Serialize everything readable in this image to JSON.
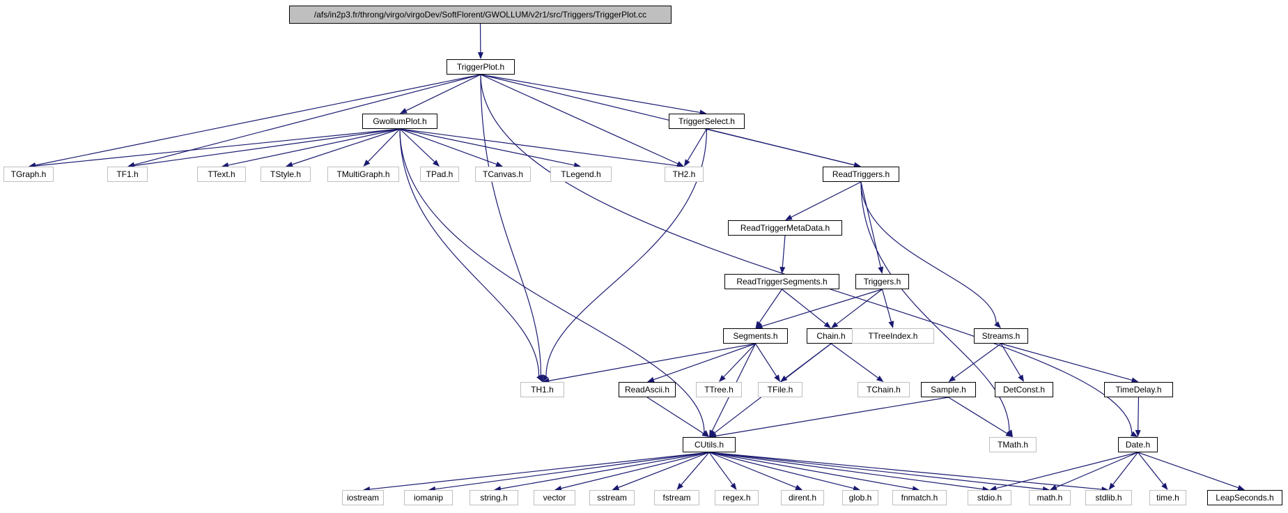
{
  "graph": {
    "colors": {
      "edge": "#191970",
      "local_border": "#000000",
      "system_border": "#bfbfbf",
      "root_fill": "#bfbfbf"
    },
    "nodes": [
      {
        "id": "root",
        "label": "/afs/in2p3.fr/throng/virgo/virgoDev/SoftFlorent/GWOLLUM/v2r1/src/Triggers/TriggerPlot.cc",
        "kind": "root"
      },
      {
        "id": "triggerplot",
        "label": "TriggerPlot.h",
        "kind": "local"
      },
      {
        "id": "gwollumplot",
        "label": "GwollumPlot.h",
        "kind": "local"
      },
      {
        "id": "triggerselect",
        "label": "TriggerSelect.h",
        "kind": "local"
      },
      {
        "id": "readtriggers",
        "label": "ReadTriggers.h",
        "kind": "local"
      },
      {
        "id": "date",
        "label": "Date.h",
        "kind": "local"
      },
      {
        "id": "tgraph",
        "label": "TGraph.h",
        "kind": "system"
      },
      {
        "id": "tf1",
        "label": "TF1.h",
        "kind": "system"
      },
      {
        "id": "ttext",
        "label": "TText.h",
        "kind": "system"
      },
      {
        "id": "tstyle",
        "label": "TStyle.h",
        "kind": "system"
      },
      {
        "id": "tmultigraph",
        "label": "TMultiGraph.h",
        "kind": "system"
      },
      {
        "id": "tpad",
        "label": "TPad.h",
        "kind": "system"
      },
      {
        "id": "tcanvas",
        "label": "TCanvas.h",
        "kind": "system"
      },
      {
        "id": "tlegend",
        "label": "TLegend.h",
        "kind": "system"
      },
      {
        "id": "th2",
        "label": "TH2.h",
        "kind": "system"
      },
      {
        "id": "readtriggermetadata",
        "label": "ReadTriggerMetaData.h",
        "kind": "local"
      },
      {
        "id": "readtriggersegments",
        "label": "ReadTriggerSegments.h",
        "kind": "local"
      },
      {
        "id": "triggers",
        "label": "Triggers.h",
        "kind": "local"
      },
      {
        "id": "segments",
        "label": "Segments.h",
        "kind": "local"
      },
      {
        "id": "chain",
        "label": "Chain.h",
        "kind": "local"
      },
      {
        "id": "ttreeindex",
        "label": "TTreeIndex.h",
        "kind": "system"
      },
      {
        "id": "streams",
        "label": "Streams.h",
        "kind": "local"
      },
      {
        "id": "th1",
        "label": "TH1.h",
        "kind": "system"
      },
      {
        "id": "readascii",
        "label": "ReadAscii.h",
        "kind": "local"
      },
      {
        "id": "ttree",
        "label": "TTree.h",
        "kind": "system"
      },
      {
        "id": "tfile",
        "label": "TFile.h",
        "kind": "system"
      },
      {
        "id": "tchain",
        "label": "TChain.h",
        "kind": "system"
      },
      {
        "id": "sample",
        "label": "Sample.h",
        "kind": "local"
      },
      {
        "id": "detconst",
        "label": "DetConst.h",
        "kind": "local"
      },
      {
        "id": "timedelay",
        "label": "TimeDelay.h",
        "kind": "local"
      },
      {
        "id": "cutils",
        "label": "CUtils.h",
        "kind": "local"
      },
      {
        "id": "tmath",
        "label": "TMath.h",
        "kind": "system"
      },
      {
        "id": "iostream",
        "label": "iostream",
        "kind": "system"
      },
      {
        "id": "iomanip",
        "label": "iomanip",
        "kind": "system"
      },
      {
        "id": "stringh",
        "label": "string.h",
        "kind": "system"
      },
      {
        "id": "vector",
        "label": "vector",
        "kind": "system"
      },
      {
        "id": "sstream",
        "label": "sstream",
        "kind": "system"
      },
      {
        "id": "fstream",
        "label": "fstream",
        "kind": "system"
      },
      {
        "id": "regex",
        "label": "regex.h",
        "kind": "system"
      },
      {
        "id": "dirent",
        "label": "dirent.h",
        "kind": "system"
      },
      {
        "id": "glob",
        "label": "glob.h",
        "kind": "system"
      },
      {
        "id": "fnmatch",
        "label": "fnmatch.h",
        "kind": "system"
      },
      {
        "id": "stdio",
        "label": "stdio.h",
        "kind": "system"
      },
      {
        "id": "mathh",
        "label": "math.h",
        "kind": "system"
      },
      {
        "id": "stdlib",
        "label": "stdlib.h",
        "kind": "system"
      },
      {
        "id": "timeh",
        "label": "time.h",
        "kind": "system"
      },
      {
        "id": "leapseconds",
        "label": "LeapSeconds.h",
        "kind": "local"
      }
    ],
    "edges": [
      [
        "root",
        "triggerplot"
      ],
      [
        "triggerplot",
        "tgraph"
      ],
      [
        "triggerplot",
        "tf1"
      ],
      [
        "triggerplot",
        "gwollumplot"
      ],
      [
        "triggerplot",
        "th1"
      ],
      [
        "triggerplot",
        "th2"
      ],
      [
        "triggerplot",
        "triggerselect"
      ],
      [
        "triggerplot",
        "readtriggers"
      ],
      [
        "triggerplot",
        "date"
      ],
      [
        "gwollumplot",
        "tgraph"
      ],
      [
        "gwollumplot",
        "tf1"
      ],
      [
        "gwollumplot",
        "ttext"
      ],
      [
        "gwollumplot",
        "tstyle"
      ],
      [
        "gwollumplot",
        "tmultigraph"
      ],
      [
        "gwollumplot",
        "tpad"
      ],
      [
        "gwollumplot",
        "tcanvas"
      ],
      [
        "gwollumplot",
        "tlegend"
      ],
      [
        "gwollumplot",
        "th2"
      ],
      [
        "gwollumplot",
        "th1"
      ],
      [
        "gwollumplot",
        "cutils"
      ],
      [
        "triggerselect",
        "th2"
      ],
      [
        "triggerselect",
        "th1"
      ],
      [
        "triggerselect",
        "readtriggers"
      ],
      [
        "readtriggers",
        "readtriggermetadata"
      ],
      [
        "readtriggers",
        "triggers"
      ],
      [
        "readtriggers",
        "streams"
      ],
      [
        "readtriggers",
        "tmath"
      ],
      [
        "readtriggermetadata",
        "readtriggersegments"
      ],
      [
        "readtriggersegments",
        "segments"
      ],
      [
        "readtriggersegments",
        "chain"
      ],
      [
        "triggers",
        "segments"
      ],
      [
        "triggers",
        "chain"
      ],
      [
        "triggers",
        "ttreeindex"
      ],
      [
        "segments",
        "th1"
      ],
      [
        "segments",
        "readascii"
      ],
      [
        "segments",
        "ttree"
      ],
      [
        "segments",
        "tfile"
      ],
      [
        "segments",
        "cutils"
      ],
      [
        "chain",
        "tfile"
      ],
      [
        "chain",
        "tchain"
      ],
      [
        "chain",
        "cutils"
      ],
      [
        "readascii",
        "cutils"
      ],
      [
        "streams",
        "sample"
      ],
      [
        "streams",
        "detconst"
      ],
      [
        "streams",
        "timedelay"
      ],
      [
        "sample",
        "cutils"
      ],
      [
        "sample",
        "tmath"
      ],
      [
        "timedelay",
        "date"
      ],
      [
        "cutils",
        "iostream"
      ],
      [
        "cutils",
        "iomanip"
      ],
      [
        "cutils",
        "stringh"
      ],
      [
        "cutils",
        "vector"
      ],
      [
        "cutils",
        "sstream"
      ],
      [
        "cutils",
        "fstream"
      ],
      [
        "cutils",
        "regex"
      ],
      [
        "cutils",
        "dirent"
      ],
      [
        "cutils",
        "glob"
      ],
      [
        "cutils",
        "fnmatch"
      ],
      [
        "cutils",
        "stdio"
      ],
      [
        "cutils",
        "mathh"
      ],
      [
        "cutils",
        "stdlib"
      ],
      [
        "date",
        "stdio"
      ],
      [
        "date",
        "mathh"
      ],
      [
        "date",
        "stdlib"
      ],
      [
        "date",
        "timeh"
      ],
      [
        "date",
        "leapseconds"
      ]
    ]
  }
}
